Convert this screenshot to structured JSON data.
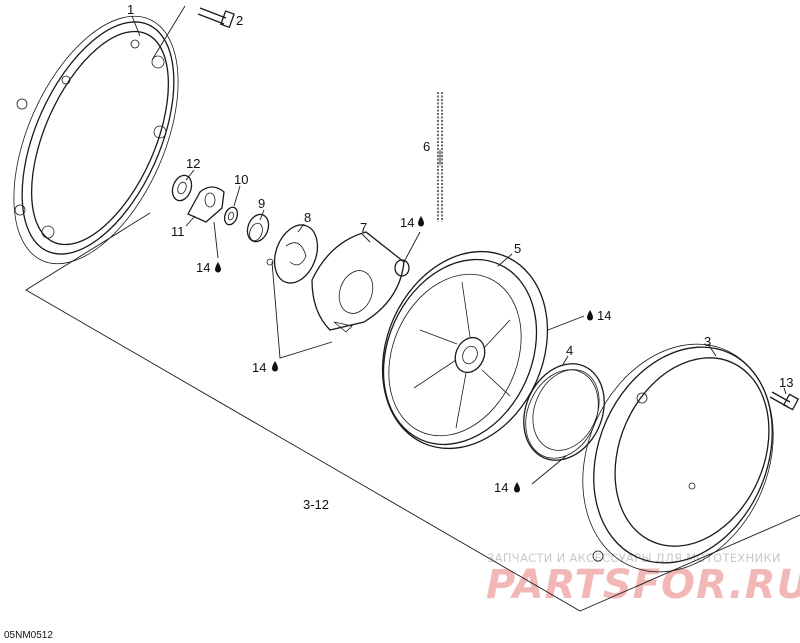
{
  "diagram": {
    "callouts": [
      {
        "id": "c1",
        "text": "1"
      },
      {
        "id": "c2",
        "text": "2"
      },
      {
        "id": "c3",
        "text": "3"
      },
      {
        "id": "c4",
        "text": "4"
      },
      {
        "id": "c5",
        "text": "5"
      },
      {
        "id": "c6",
        "text": "6"
      },
      {
        "id": "c7",
        "text": "7"
      },
      {
        "id": "c8",
        "text": "8"
      },
      {
        "id": "c9",
        "text": "9"
      },
      {
        "id": "c10",
        "text": "10"
      },
      {
        "id": "c11",
        "text": "11"
      },
      {
        "id": "c12",
        "text": "12"
      },
      {
        "id": "c13",
        "text": "13"
      },
      {
        "id": "c14a",
        "text": "14"
      },
      {
        "id": "c14b",
        "text": "14"
      },
      {
        "id": "c14c",
        "text": "14"
      },
      {
        "id": "c14d",
        "text": "14"
      },
      {
        "id": "c14e",
        "text": "14"
      },
      {
        "id": "c312",
        "text": "3-12"
      }
    ],
    "drawing_code": "05NM0512"
  },
  "watermark": {
    "tagline": "ЗАПЧАСТИ И АКСЕССУАРЫ ДЛЯ МОТОТЕХНИКИ",
    "logo": "PARTSFOR.RU"
  }
}
